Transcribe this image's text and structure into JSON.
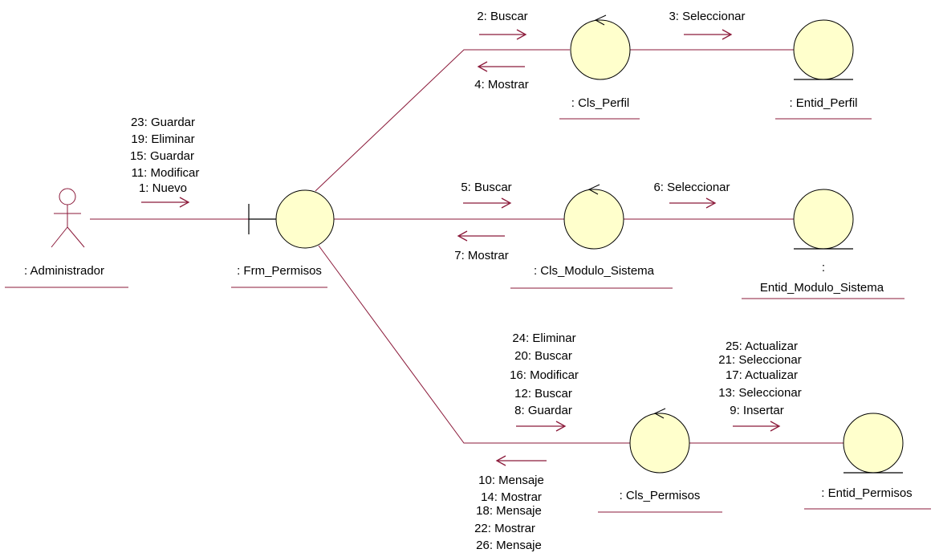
{
  "colors": {
    "line": "#8B1A3A",
    "object_fill": "#FFFFCC",
    "object_stroke": "#000000",
    "text": "#000000",
    "background": "#FFFFFF"
  },
  "actor": {
    "name": ": Administrador",
    "icon": "stick-figure-actor-icon"
  },
  "boundary": {
    "name": ": Frm_Permisos",
    "icon": "boundary-object-icon"
  },
  "controls": {
    "perfil": ": Cls_Perfil",
    "modulo": ": Cls_Modulo_Sistema",
    "permisos": ": Cls_Permisos"
  },
  "entities": {
    "perfil": ": Entid_Perfil",
    "modulo_colon": ":",
    "modulo": "Entid_Modulo_Sistema",
    "permisos": ": Entid_Permisos"
  },
  "messages": {
    "actor_to_form": [
      "23: Guardar",
      "19: Eliminar",
      "15: Guardar",
      "11: Modificar",
      "1: Nuevo"
    ],
    "form_to_perfil": "2: Buscar",
    "perfil_to_entity": "3: Seleccionar",
    "perfil_to_form": "4: Mostrar",
    "form_to_modulo": "5: Buscar",
    "modulo_to_entity": "6: Seleccionar",
    "modulo_to_form": "7: Mostrar",
    "form_to_permisos": [
      "24: Eliminar",
      "20: Buscar",
      "16: Modificar",
      "12: Buscar",
      "8: Guardar"
    ],
    "permisos_to_entity": [
      "25: Actualizar",
      "21: Seleccionar",
      "17: Actualizar",
      "13: Seleccionar",
      "9: Insertar"
    ],
    "permisos_to_form": [
      "10: Mensaje",
      "14: Mostrar",
      "18: Mensaje",
      "22: Mostrar",
      "26: Mensaje"
    ]
  }
}
